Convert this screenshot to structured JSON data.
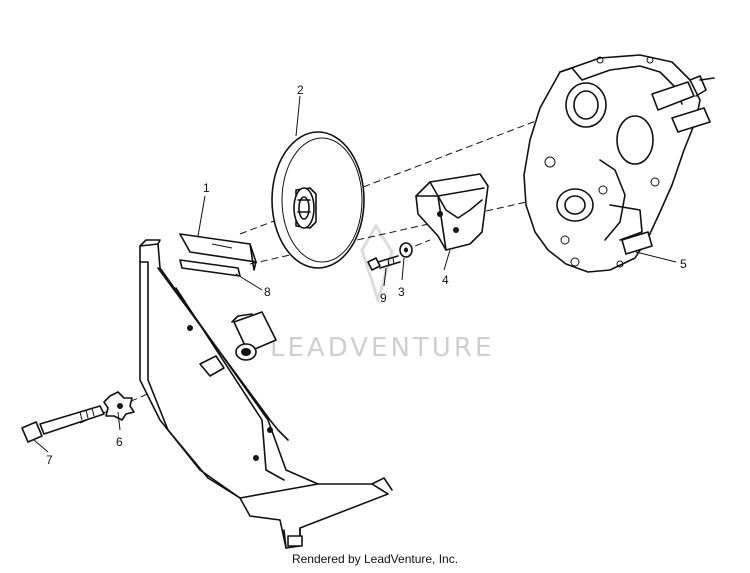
{
  "diagram": {
    "callouts": [
      {
        "id": "1",
        "label": "1"
      },
      {
        "id": "2",
        "label": "2"
      },
      {
        "id": "3",
        "label": "3"
      },
      {
        "id": "4",
        "label": "4"
      },
      {
        "id": "5",
        "label": "5"
      },
      {
        "id": "6",
        "label": "6"
      },
      {
        "id": "7",
        "label": "7"
      },
      {
        "id": "8",
        "label": "8"
      },
      {
        "id": "9",
        "label": "9"
      }
    ],
    "watermark": "LEADVENTURE",
    "footer": "Rendered by LeadVenture, Inc."
  }
}
